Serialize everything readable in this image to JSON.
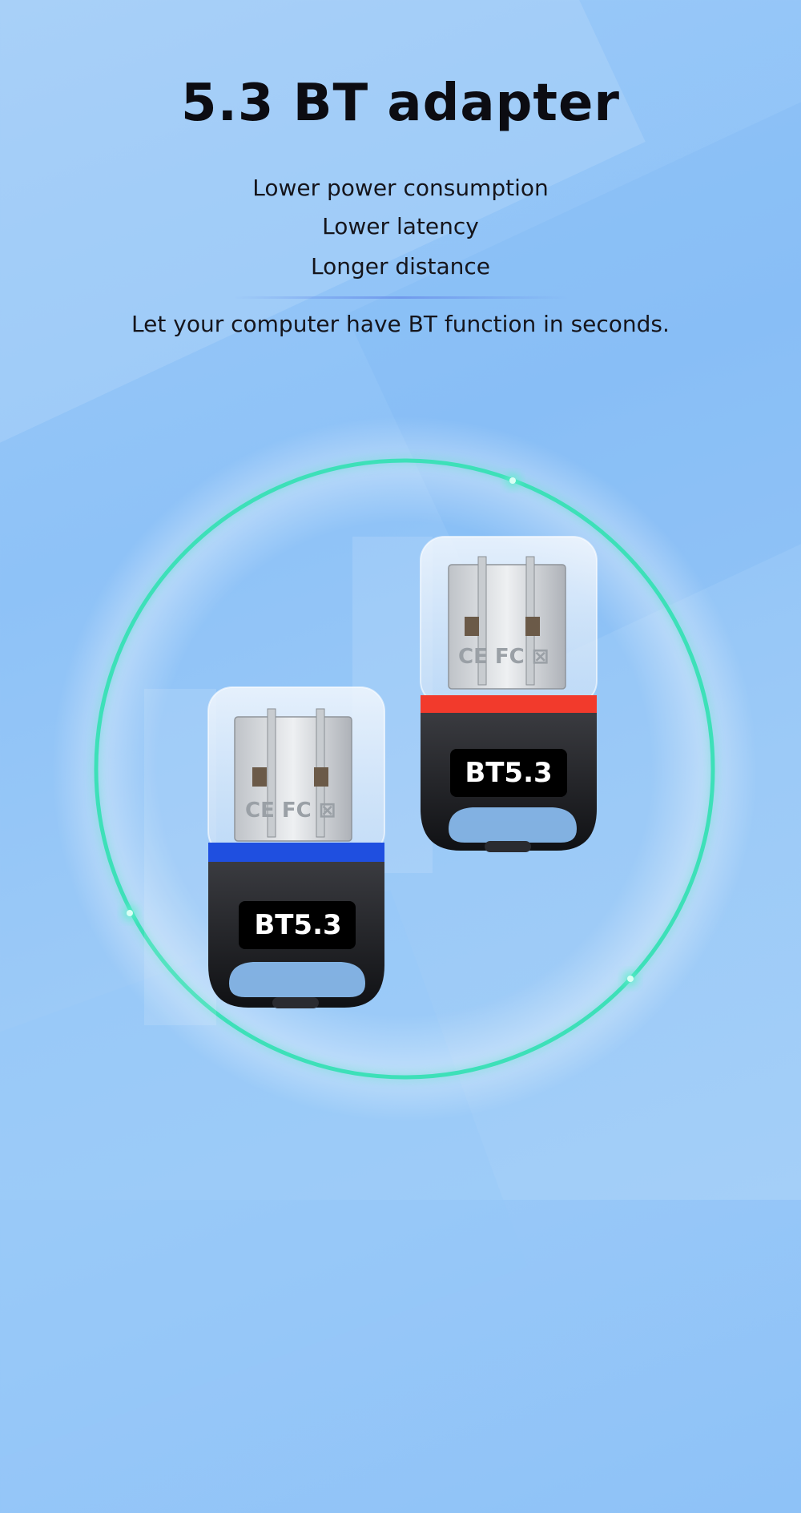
{
  "title": "5.3 BT adapter",
  "features": [
    "Lower power consumption",
    "Lower latency",
    "Longer distance"
  ],
  "tagline": "Let your computer have BT function in seconds.",
  "products": [
    {
      "label": "BT5.3",
      "accent_color": "#1f4fe0"
    },
    {
      "label": "BT5.3",
      "accent_color": "#f23a2c"
    }
  ],
  "colors": {
    "ring": "#3de0b8",
    "background": "#8ec2f7"
  }
}
